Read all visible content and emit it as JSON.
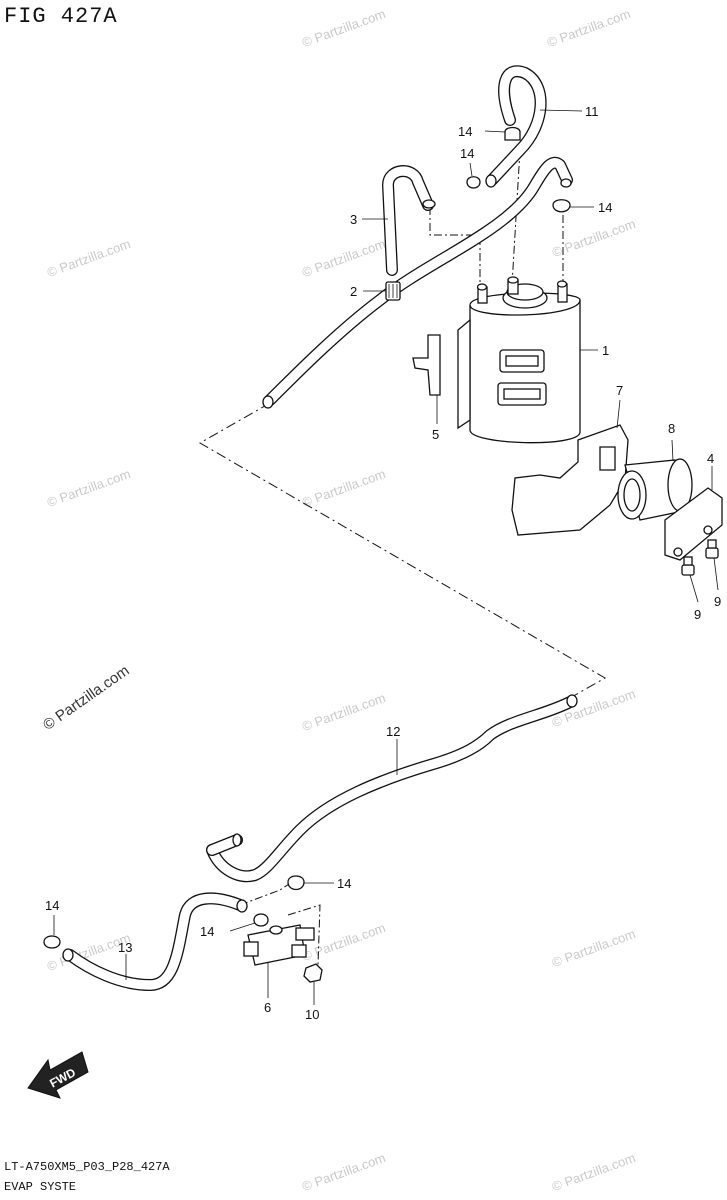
{
  "figure": {
    "title": "FIG 427A",
    "footer_code": "LT-A750XM5_P03_P28_427A",
    "footer_name": "EVAP SYSTE"
  },
  "watermark": {
    "text": "© Partzilla.com",
    "large_text": "© Partzilla.com"
  },
  "callouts": {
    "c1": "1",
    "c2": "2",
    "c3": "3",
    "c4": "4",
    "c5": "5",
    "c6": "6",
    "c7": "7",
    "c8": "8",
    "c9a": "9",
    "c9b": "9",
    "c10": "10",
    "c11": "11",
    "c12": "12",
    "c13": "13",
    "c14a": "14",
    "c14b": "14",
    "c14c": "14",
    "c14d": "14",
    "c14e": "14",
    "c14f": "14"
  },
  "fwd_label": "FWD",
  "colors": {
    "ink": "#111111",
    "watermark": "#c9c9c9"
  }
}
